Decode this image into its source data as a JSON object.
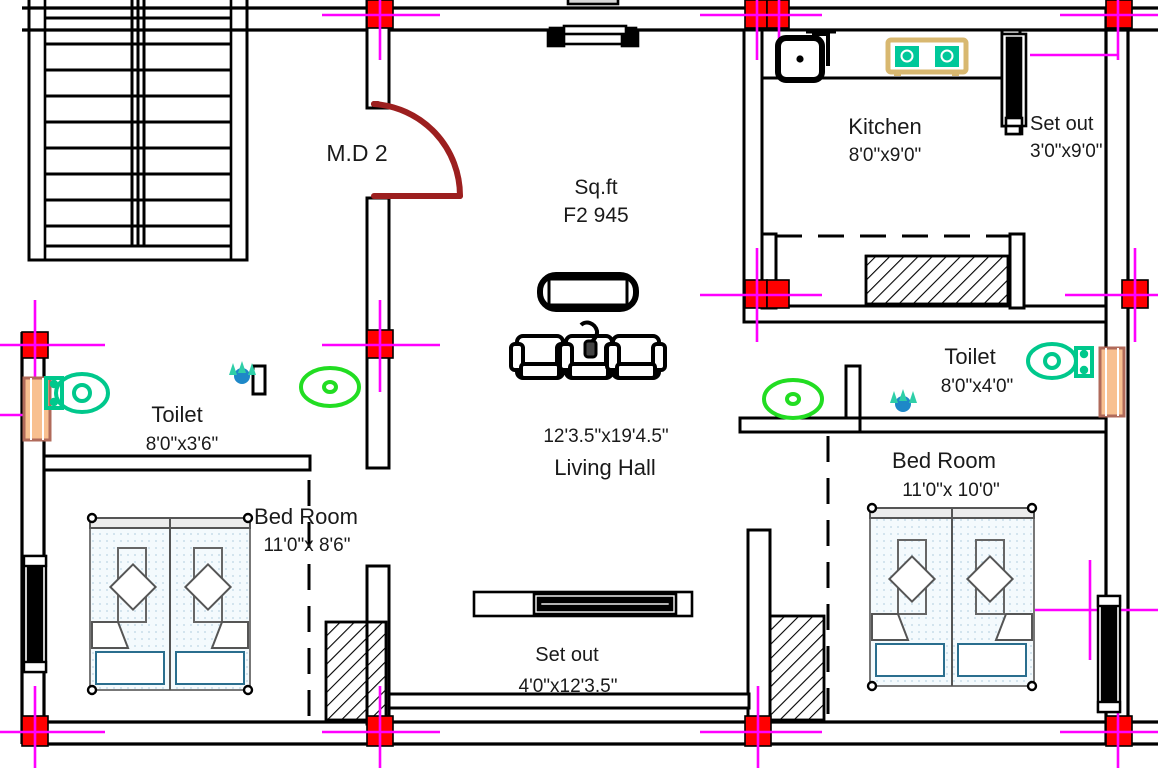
{
  "plan": {
    "title_block": {
      "sqft_label": "Sq.ft",
      "sqft_value": "F2 945"
    },
    "door_tag": "M.D 2",
    "rooms": [
      {
        "key": "kitchen",
        "name": "Kitchen",
        "dims": "8'0\"x9'0\""
      },
      {
        "key": "setout_right",
        "name": "Set out",
        "dims": "3'0\"x9'0\""
      },
      {
        "key": "toilet_left",
        "name": "Toilet",
        "dims": "8'0\"x3'6\""
      },
      {
        "key": "toilet_right",
        "name": "Toilet",
        "dims": "8'0\"x4'0\""
      },
      {
        "key": "bedroom_left",
        "name": "Bed Room",
        "dims": "11'0\"x 8'6\""
      },
      {
        "key": "bedroom_right",
        "name": "Bed Room",
        "dims": "11'0\"x 10'0\""
      },
      {
        "key": "living_hall",
        "name": "Living Hall",
        "dims": "12'3.5\"x19'4.5\""
      },
      {
        "key": "setout_bottom",
        "name": "Set out",
        "dims": "4'0\"x12'3.5\""
      }
    ],
    "icons": [
      "staircase-icon",
      "door-swing-icon",
      "sofa-set-icon",
      "coffee-table-icon",
      "kitchen-sink-icon",
      "kitchen-faucet-icon",
      "gas-stove-icon",
      "wc-toilet-icon",
      "wash-basin-icon",
      "shower-head-icon",
      "bed-icon",
      "window-icon",
      "column-icon",
      "axis-crosshair-icon",
      "wardrobe-hatch-icon"
    ],
    "colors": {
      "wall": "#000000",
      "column": "#ff0000",
      "axis": "#ff00ff",
      "door_swing": "#9c1f1f",
      "wc_fixture": "#00c88c",
      "basin": "#22dd22",
      "shower": "#1e88c8",
      "stove_body": "#d8b870",
      "stove_burner": "#00c89a",
      "window_fill": "#f8c090",
      "bed_fill": "#f5fafd",
      "background": "#ffffff"
    }
  }
}
